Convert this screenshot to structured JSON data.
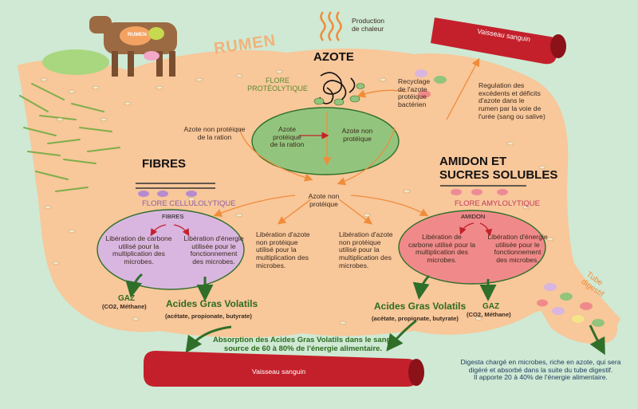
{
  "title": {
    "rumen": "RUMEN",
    "cow_label": "RUMEN"
  },
  "heat": "Production\nde chaleur",
  "blood_vessel_top": "Vaisseau sanguin",
  "blood_vessel_bottom": "Vaisseau sanguin",
  "azote": {
    "heading": "AZOTE",
    "flora": "FLORE\nPROTÉOLYTIQUE",
    "recycling": "Recyclage\nde l'azote\nprotéique\nbactérien",
    "regulation": "Regulation des\nexcédents et déficits\nd'azote dans le\nrumen par la voie de\nl'urée (sang ou salive)",
    "npn_ration": "Azote non protéique\nde la ration",
    "center_protein": "Azote\nprotéique\nde la ration",
    "center_npn": "Azote non\nprotéique",
    "npn_center_bottom": "Azote non\nprotéique",
    "release_left": "Libération d'azote\nnon protéique\nutilisé pour la\nmultiplication des\nmicrobes.",
    "release_right": "Libération d'azote\nnon protéique\nutilisé pour la\nmultiplication des\nmicrobes."
  },
  "fibres": {
    "heading": "FIBRES",
    "flora": "FLORE CELLULOLYTIQUE",
    "inner_label": "FIBRES",
    "carbon": "Libération de carbone\nutilisé pour la\nmultiplication des\nmicrobes.",
    "energy": "Libération d'énergie\nutilisée pour le\nfonctionnement\ndes microbes.",
    "gas": "GAZ",
    "gas_detail": "(CO2, Méthane)",
    "vfa": "Acides Gras Volatils",
    "vfa_detail": "(acétate, propionate, butyrate)"
  },
  "amidon": {
    "heading": "AMIDON ET\nSUCRES SOLUBLES",
    "flora": "FLORE AMYLOLYTIQUE",
    "inner_label": "AMIDON",
    "carbon": "Libération de\ncarbone utilisé pour la\nmultiplication des\nmicrobes.",
    "energy": "Libération d'énergie\nutilisée pour le\nfonctionnement\ndes microbes.",
    "gas": "GAZ",
    "gas_detail": "(CO2, Méthane)",
    "vfa": "Acides Gras Volatils",
    "vfa_detail": "(acétate, propionate, butyrate)"
  },
  "absorption": "Absorption des Acides Gras Volatils dans le sang,\nsource de 60 à 80% de l'énergie alimentaire.",
  "tube": "Tube\ndigestif",
  "digesta": "Digesta chargé en microbes, riche en azote, qui sera\ndigéré et absorbé dans la suite du tube digestif.\nIl apporte 20 à 40% de l'énergie alimentaire.",
  "colors": {
    "background": "#cfe9d4",
    "rumen": "#f8c79a",
    "rumen_title": "#f2b27a",
    "blood": "#c4202b",
    "flore_proteo": "#93c47d",
    "flore_cellulo": "#d9b6e0",
    "flore_amylo": "#f08a8a",
    "arrow": "#f08c3a",
    "outcome_arrow": "#2f6f2a"
  }
}
